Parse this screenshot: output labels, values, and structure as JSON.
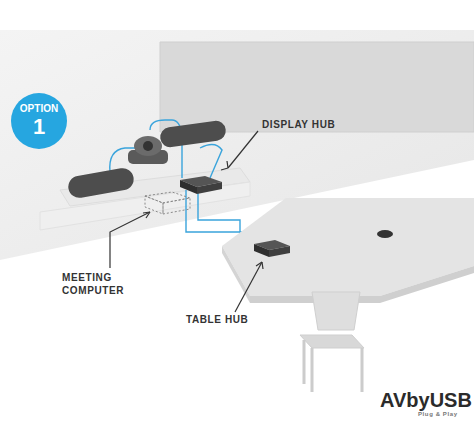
{
  "diagram": {
    "nodes": [
      {
        "text": [
          "OPTION",
          "1"
        ]
      }
    ],
    "labels": [
      "DISPLAY HUB",
      "MEETING COMPUTER",
      "TABLE HUB",
      "AVbyUSB",
      "Plug & Play"
    ]
  }
}
